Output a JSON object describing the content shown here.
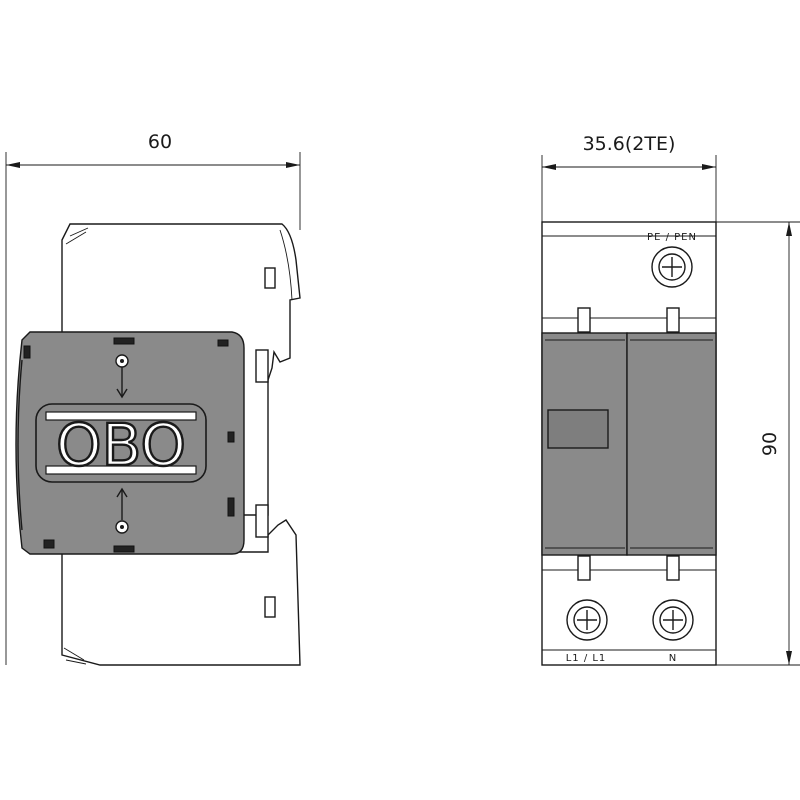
{
  "dimensions": {
    "width_label": "60",
    "depth_label": "35.6(2TE)",
    "height_label": "90"
  },
  "logo": {
    "text": "OBO"
  },
  "terminal_labels": {
    "top": "PE / PEN",
    "bottom_left": "L1 / L1",
    "bottom_right": "N"
  },
  "colors": {
    "body": "#8a8a8a",
    "outline": "#1a1a1a",
    "background": "#ffffff"
  }
}
